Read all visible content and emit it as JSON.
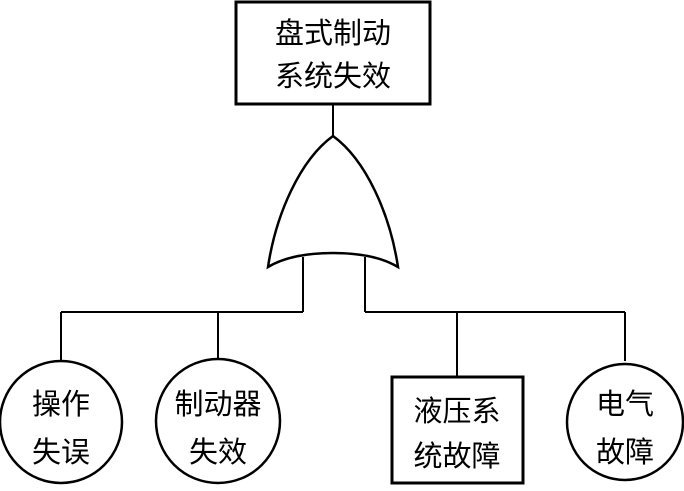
{
  "top_event": {
    "line1": "盘式制动",
    "line2": "系统失效"
  },
  "gate": {
    "type": "OR"
  },
  "basic_events": [
    {
      "line1": "操作",
      "line2": "失误",
      "shape": "circle"
    },
    {
      "line1": "制动器",
      "line2": "失效",
      "shape": "circle"
    },
    {
      "line1": "液压系",
      "line2": "统故障",
      "shape": "rectangle"
    },
    {
      "line1": "电气",
      "line2": "故障",
      "shape": "circle"
    }
  ],
  "colors": {
    "stroke": "#000000",
    "background": "#ffffff"
  }
}
